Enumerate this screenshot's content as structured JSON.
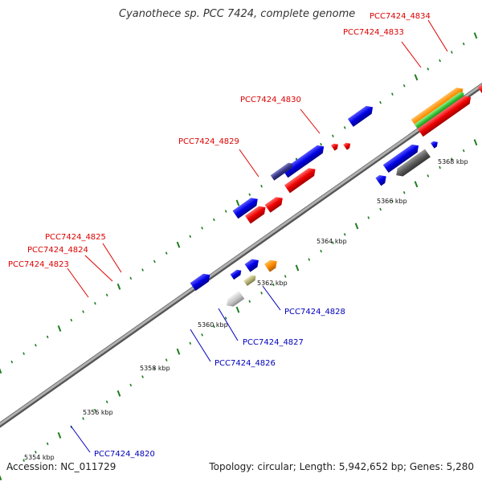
{
  "title": "Cyanothece sp. PCC 7424, complete genome",
  "footer": {
    "accession": "Accession: NC_011729",
    "summary": "Topology: circular; Length: 5,942,652 bp; Genes: 5,280"
  },
  "colors": {
    "top_label": "#dd0000",
    "bottom_label": "#0000bb",
    "backbone": "#8c8c8c",
    "tick": "#1e7d1e"
  },
  "ticks": [
    "5354 kbp",
    "5356 kbp",
    "5358 kbp",
    "5360 kbp",
    "5362 kbp",
    "5364 kbp",
    "5366 kbp",
    "5368 kbp"
  ],
  "gene_labels_top": [
    "PCC7424_4834",
    "PCC7424_4833",
    "PCC7424_4830",
    "PCC7424_4829",
    "PCC7424_4825",
    "PCC7424_4824",
    "PCC7424_4823"
  ],
  "gene_labels_bottom": [
    "PCC7424_4828",
    "PCC7424_4827",
    "PCC7424_4826",
    "PCC7424_4820"
  ]
}
